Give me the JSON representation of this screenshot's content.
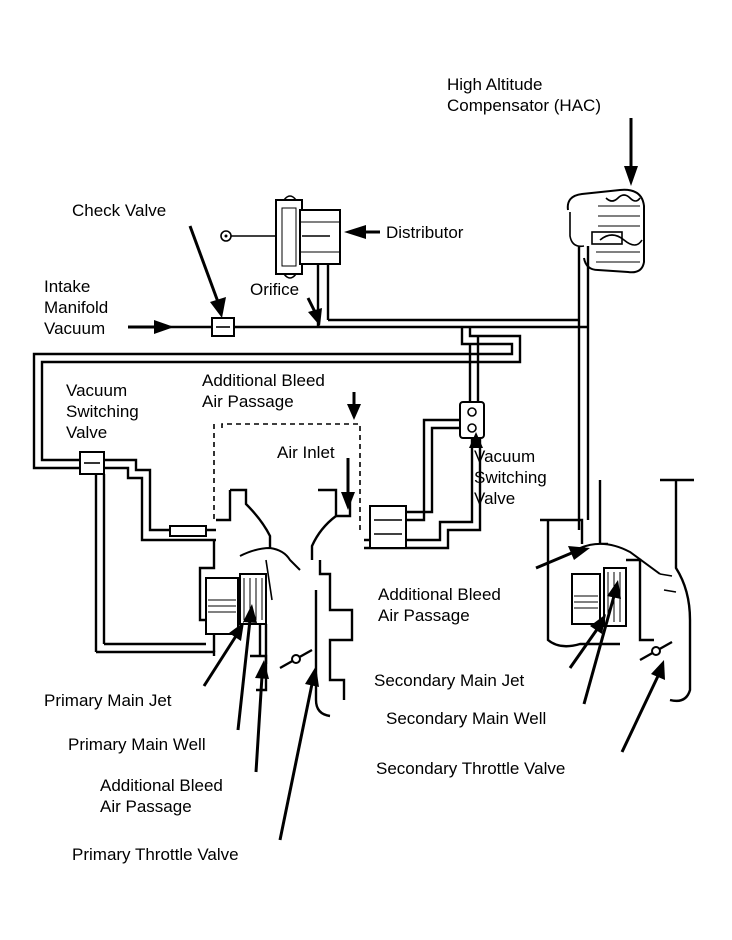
{
  "labels": {
    "hac": [
      "High Altitude",
      "Compensator (HAC)"
    ],
    "check_valve": "Check Valve",
    "distributor": "Distributor",
    "orifice": "Orifice",
    "intake": [
      "Intake",
      "Manifold",
      "Vacuum"
    ],
    "vsv_left": [
      "Vacuum",
      "Switching",
      "Valve"
    ],
    "bleed_top": [
      "Additional Bleed",
      "Air Passage"
    ],
    "air_inlet": "Air Inlet",
    "vsv_right": [
      "Vacuum",
      "Switching",
      "Valve"
    ],
    "bleed_right": [
      "Additional Bleed",
      "Air Passage"
    ],
    "secondary_jet": "Secondary Main Jet",
    "secondary_well": "Secondary Main Well",
    "secondary_throttle": "Secondary Throttle Valve",
    "primary_jet": "Primary Main Jet",
    "primary_well": "Primary Main Well",
    "bleed_bottom": [
      "Additional Bleed",
      "Air Passage"
    ],
    "primary_throttle": "Primary Throttle Valve"
  },
  "colors": {
    "ink": "#000000",
    "paper": "#ffffff"
  }
}
